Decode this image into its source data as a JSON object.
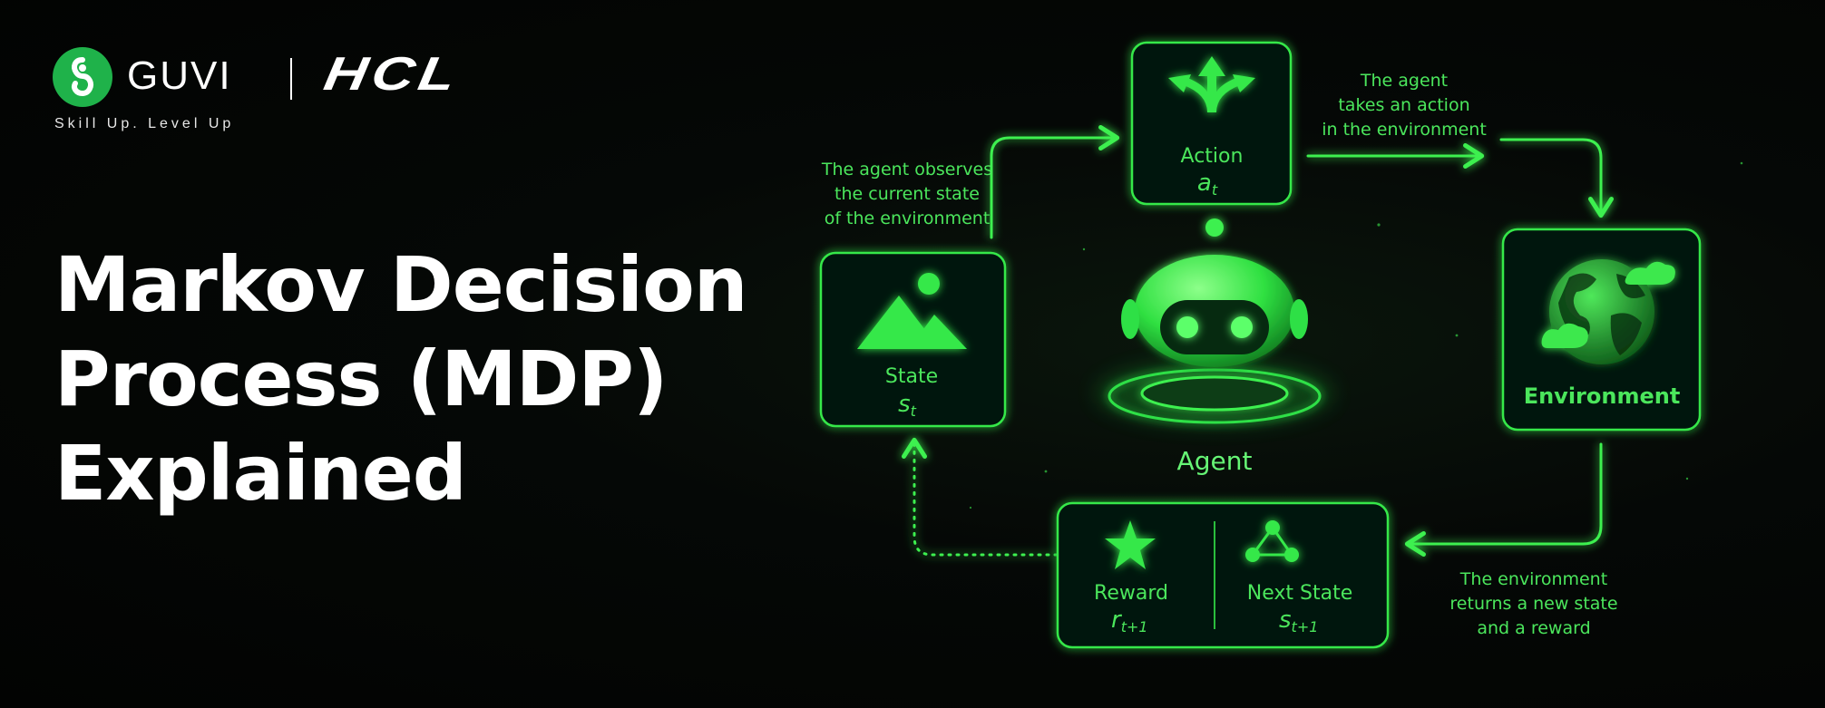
{
  "brand": {
    "name": "GUVI",
    "partner": "HCL",
    "tagline": "Skill Up. Level Up"
  },
  "title_lines": [
    "Markov Decision",
    "Process (MDP)",
    "Explained"
  ],
  "diagram": {
    "action": {
      "label": "Action",
      "symbol": "a",
      "sub": "t"
    },
    "state": {
      "label": "State",
      "symbol": "s",
      "sub": "t"
    },
    "environment": {
      "label": "Environment"
    },
    "agent": {
      "label": "Agent"
    },
    "reward": {
      "label": "Reward",
      "symbol": "r",
      "sub": "t+1"
    },
    "next_state": {
      "label": "Next State",
      "symbol": "s",
      "sub": "t+1"
    },
    "note_observe": [
      "The agent observes",
      "the current state",
      "of the environment"
    ],
    "note_action": [
      "The agent",
      "takes an action",
      "in the environment"
    ],
    "note_returns": [
      "The environment",
      "returns a new state",
      "and a reward"
    ]
  },
  "colors": {
    "accent": "#3df04f",
    "text_green": "#4be65c",
    "background": "#030503"
  }
}
